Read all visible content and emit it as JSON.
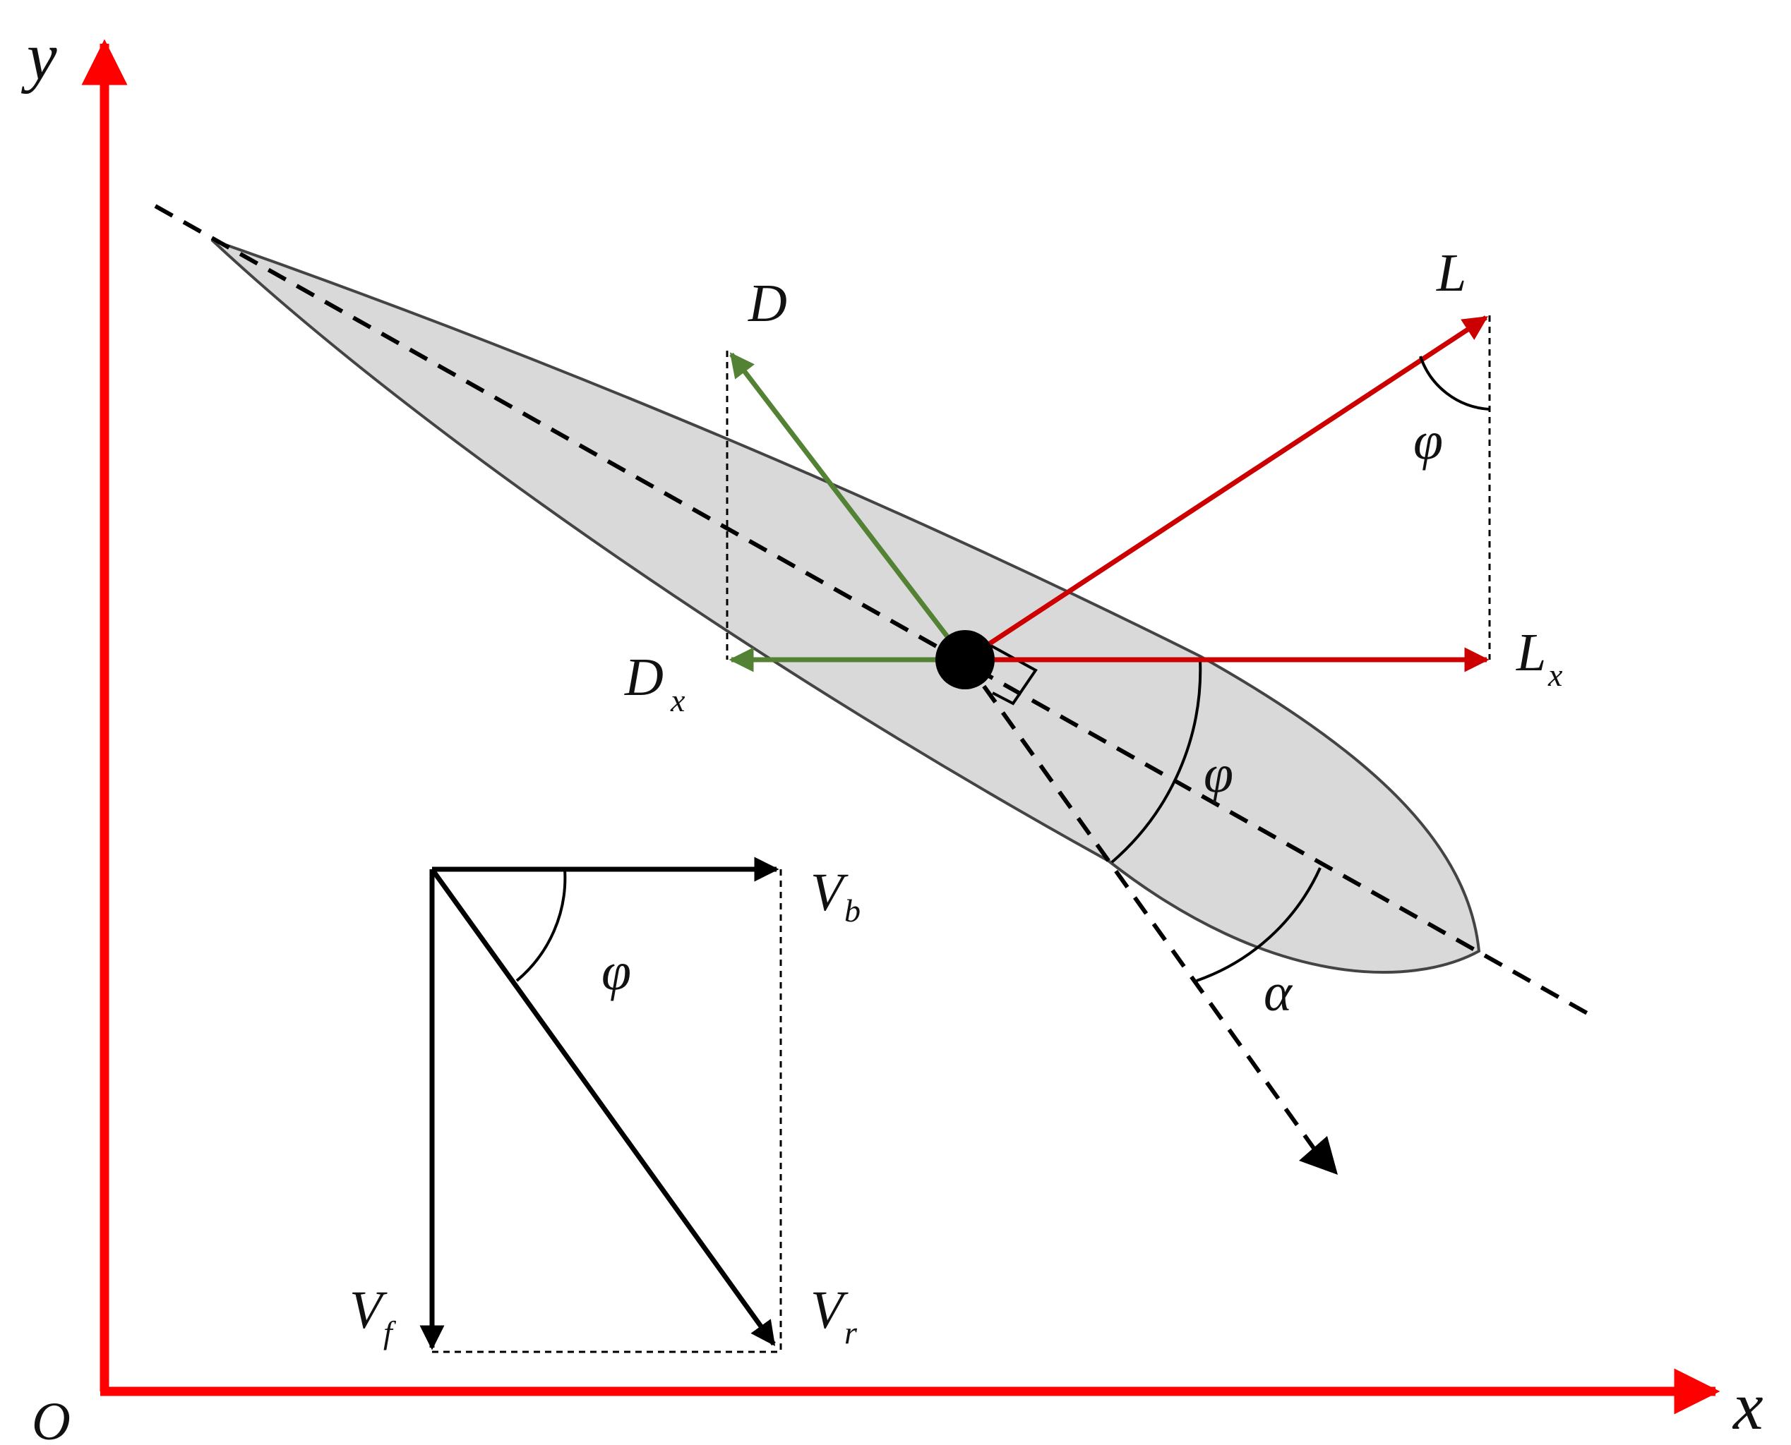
{
  "axes": {
    "x_label": "x",
    "y_label": "y",
    "origin_label": "O",
    "color": "#ff0000"
  },
  "forces": {
    "lift": {
      "label": "L",
      "color": "#cc0000"
    },
    "lift_x": {
      "label": "L",
      "subscript": "x",
      "color": "#cc0000"
    },
    "drag": {
      "label": "D",
      "color": "#548235"
    },
    "drag_x": {
      "label": "D",
      "subscript": "x",
      "color": "#548235"
    }
  },
  "angles": {
    "phi_lift": "φ",
    "phi_chord": "φ",
    "alpha": "α",
    "phi_triangle": "φ"
  },
  "velocity_triangle": {
    "v_b": {
      "label": "V",
      "subscript": "b"
    },
    "v_f": {
      "label": "V",
      "subscript": "f"
    },
    "v_r": {
      "label": "V",
      "subscript": "r"
    }
  },
  "colors": {
    "airfoil_fill": "#d9d9d9",
    "airfoil_edge": "#444444",
    "lines": "#000000"
  }
}
